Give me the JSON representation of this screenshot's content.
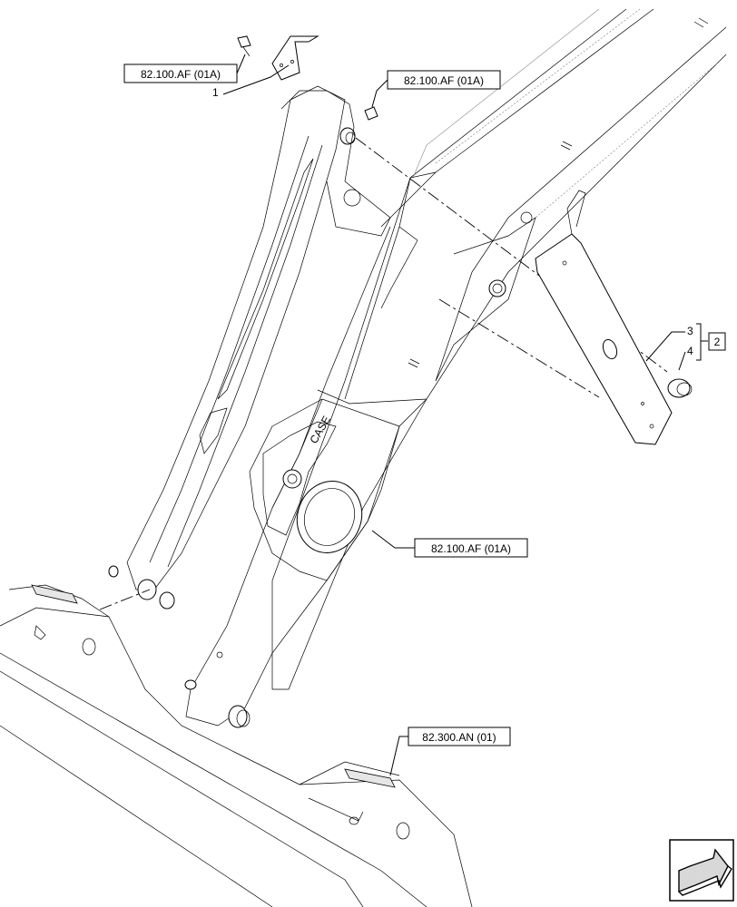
{
  "references": {
    "top_left": "82.100.AF (01A)",
    "top_center": "82.100.AF (01A)",
    "middle_right": "82.100.AF (01A)",
    "bottom": "82.300.AN (01)"
  },
  "items": {
    "item_1": "1",
    "item_2": "2",
    "item_3": "3",
    "item_4": "4"
  },
  "nav_icon": "arrow-navigation-icon"
}
